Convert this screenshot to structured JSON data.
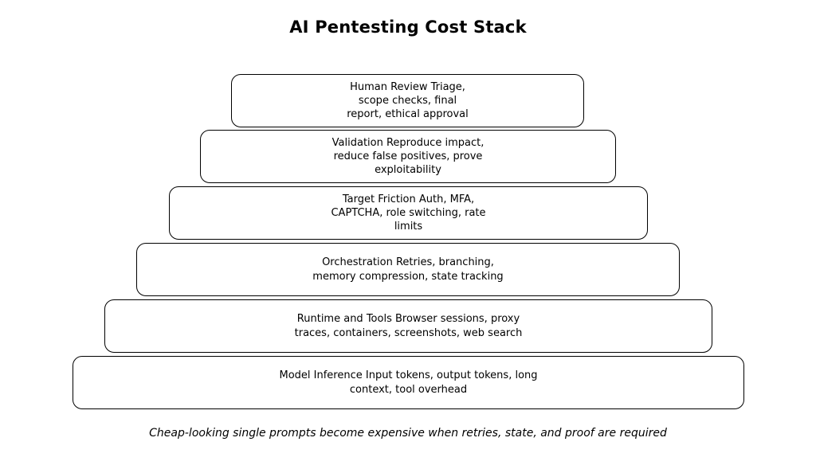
{
  "title": "AI Pentesting Cost Stack",
  "caption": "Cheap-looking single prompts become expensive when retries, state, and proof are required",
  "pyramid": {
    "layers": [
      {
        "name": "human-review",
        "text": "Human Review Triage,\nscope checks, final\nreport, ethical approval"
      },
      {
        "name": "validation",
        "text": "Validation Reproduce impact,\nreduce false positives, prove\nexploitability"
      },
      {
        "name": "target-friction",
        "text": "Target Friction Auth, MFA,\nCAPTCHA, role switching, rate\nlimits"
      },
      {
        "name": "orchestration",
        "text": "Orchestration Retries, branching,\nmemory compression, state tracking"
      },
      {
        "name": "runtime-tools",
        "text": "Runtime and Tools Browser sessions, proxy\ntraces, containers, screenshots, web search"
      },
      {
        "name": "model-inference",
        "text": "Model Inference Input tokens, output tokens, long\ncontext, tool overhead"
      }
    ]
  },
  "colors": {
    "background": "#ffffff",
    "box_fill": "#ffffff",
    "box_border": "#000000",
    "text": "#000000"
  }
}
